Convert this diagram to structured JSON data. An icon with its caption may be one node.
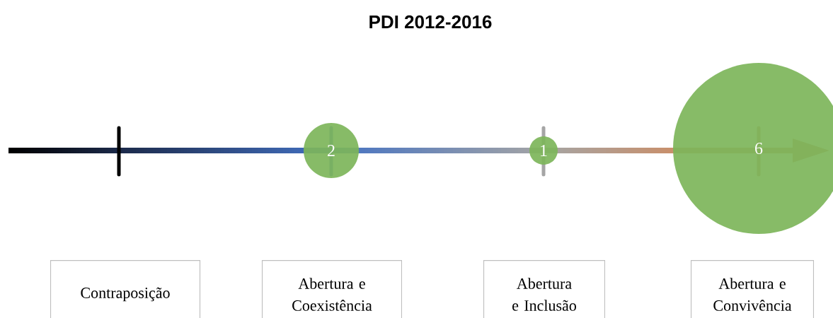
{
  "diagram": {
    "title": "PDI 2012-2016",
    "nodes": [
      {
        "text": [
          "2"
        ]
      },
      {
        "text": [
          "1"
        ]
      },
      {
        "text": [
          "6"
        ]
      },
      {
        "text": [
          "Contraposição"
        ]
      },
      {
        "text": [
          "Abertura e Coexistência"
        ]
      },
      {
        "text": [
          "Abertura e Inclusão"
        ]
      },
      {
        "text": [
          "Abertura e Convivência"
        ]
      }
    ],
    "edges": []
  }
}
